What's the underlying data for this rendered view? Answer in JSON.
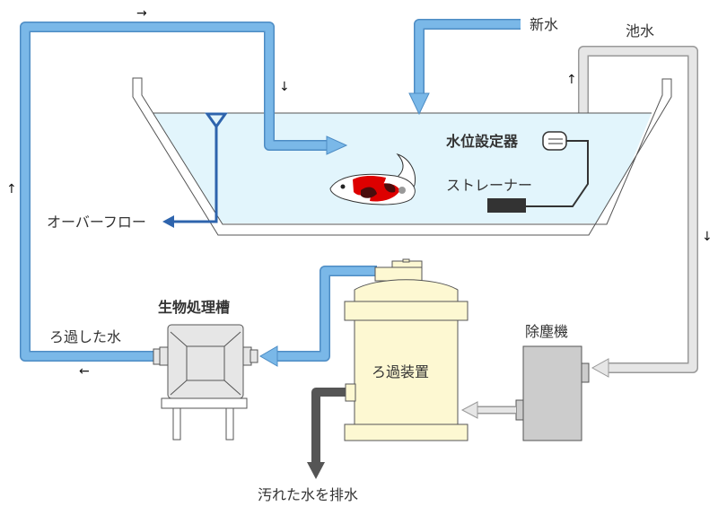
{
  "labels": {
    "new_water": "新水",
    "pond_water": "池水",
    "water_level_setter": "水位設定器",
    "strainer": "ストレーナー",
    "overflow": "オーバーフロー",
    "bio_tank": "生物処理槽",
    "filtered_water": "ろ過した水",
    "dust_remover": "除塵機",
    "filter_device": "ろ過装置",
    "drain": "汚れた水を排水"
  },
  "flow_arrows": {
    "top": "→",
    "down_left": "↓",
    "up_left": "↑",
    "bottom_left": "←",
    "up_right": "↑",
    "down_right": "↓"
  },
  "colors": {
    "filtered_pipe": "#7ab8e8",
    "filtered_pipe_edge": "#4d8cc4",
    "pond_pipe": "#e6e6e6",
    "water": "#e2f5fc",
    "overflow": "#2e64ad",
    "filter_body": "#fdf8d2",
    "drain_pipe": "#555555",
    "device_gray": "#cccccc"
  }
}
